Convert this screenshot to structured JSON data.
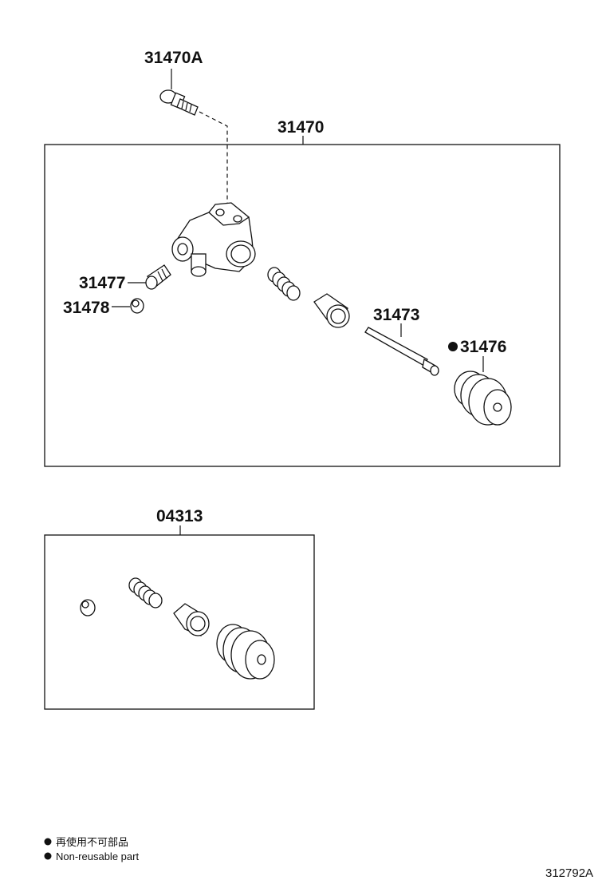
{
  "labels": {
    "bolt": "31470A",
    "assembly": "31470",
    "bleeder_plug": "31477",
    "bleeder_cap": "31478",
    "push_rod": "31473",
    "boot": "31476",
    "repair_kit": "04313"
  },
  "legend": {
    "japanese": "再使用不可部品",
    "english": "Non-reusable part"
  },
  "document_id": "312792A",
  "colors": {
    "line": "#111111",
    "background": "#ffffff"
  }
}
